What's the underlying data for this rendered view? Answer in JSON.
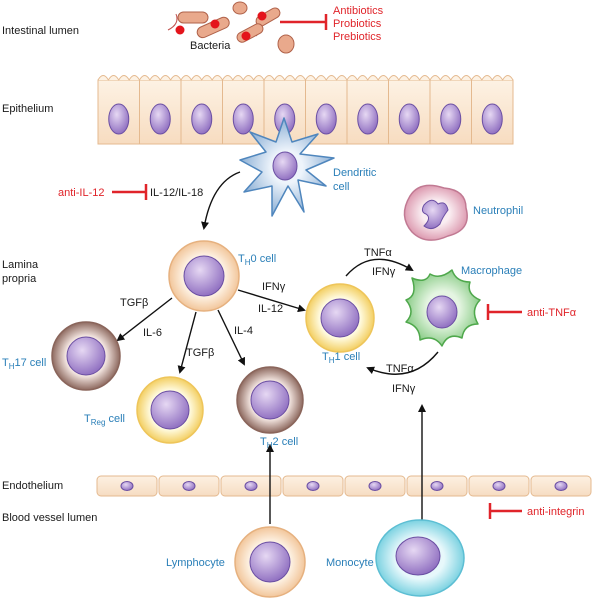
{
  "regions": {
    "intestinal_lumen": "Intestinal lumen",
    "epithelium": "Epithelium",
    "lamina_propria_1": "Lamina",
    "lamina_propria_2": "propria",
    "endothelium": "Endothelium",
    "blood_vessel_lumen": "Blood vessel lumen"
  },
  "bacteria": {
    "label": "Bacteria",
    "therapies": [
      "Antibiotics",
      "Probiotics",
      "Prebiotics"
    ]
  },
  "cells": {
    "dendritic_1": "Dendritic",
    "dendritic_2": "cell",
    "neutrophil": "Neutrophil",
    "macrophage": "Macrophage",
    "lymphocyte": "Lymphocyte",
    "monocyte": "Monocyte",
    "th0": {
      "main": "T",
      "sub": "H",
      "rest": "0 cell"
    },
    "th1": {
      "main": "T",
      "sub": "H",
      "rest": "1 cell"
    },
    "th17": {
      "main": "T",
      "sub": "H",
      "rest": "17 cell"
    },
    "treg": {
      "main": "T",
      "sub": "Reg",
      "rest": " cell"
    },
    "th2": {
      "main": "T",
      "sub": "H",
      "rest": "2 cell"
    }
  },
  "cytokines": {
    "il12_il18": "IL-12/IL-18",
    "ifng_top": "IFNγ",
    "il12": "IL-12",
    "tgfb_left": "TGFβ",
    "il6": "IL-6",
    "tgfb_bottom": "TGFβ",
    "il4": "IL-4",
    "tnfa_top": "TNFα",
    "ifng_mid": "IFNγ",
    "tnfa_bottom": "TNFα",
    "ifng_bottom": "IFNγ"
  },
  "therapies": {
    "anti_il12": "anti-IL-12",
    "anti_tnfa": "anti-TNFα",
    "anti_integrin": "anti-integrin"
  },
  "colors": {
    "blue_text": "#2a7fb8",
    "red_inhibitor": "#e0242a",
    "epithelium_fill": "#fbe6cf",
    "nucleus": "#9e7cc8"
  }
}
